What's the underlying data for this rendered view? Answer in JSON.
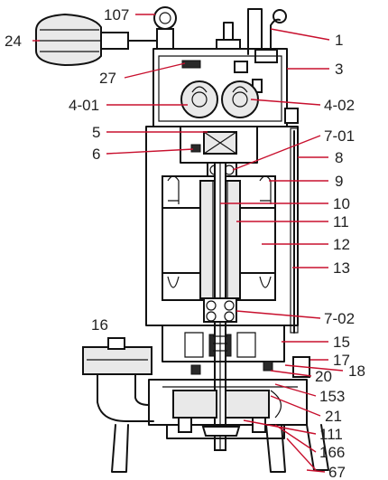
{
  "diagram": {
    "labels": [
      {
        "key": "lbl_107",
        "text": "107"
      },
      {
        "key": "lbl_1",
        "text": "1"
      },
      {
        "key": "lbl_24",
        "text": "24"
      },
      {
        "key": "lbl_27",
        "text": "27"
      },
      {
        "key": "lbl_3",
        "text": "3"
      },
      {
        "key": "lbl_4_01",
        "text": "4-01"
      },
      {
        "key": "lbl_4_02",
        "text": "4-02"
      },
      {
        "key": "lbl_5",
        "text": "5"
      },
      {
        "key": "lbl_6",
        "text": "6"
      },
      {
        "key": "lbl_7_01",
        "text": "7-01"
      },
      {
        "key": "lbl_8",
        "text": "8"
      },
      {
        "key": "lbl_9",
        "text": "9"
      },
      {
        "key": "lbl_10",
        "text": "10"
      },
      {
        "key": "lbl_11",
        "text": "11"
      },
      {
        "key": "lbl_12",
        "text": "12"
      },
      {
        "key": "lbl_13",
        "text": "13"
      },
      {
        "key": "lbl_7_02",
        "text": "7-02"
      },
      {
        "key": "lbl_16",
        "text": "16"
      },
      {
        "key": "lbl_15",
        "text": "15"
      },
      {
        "key": "lbl_17",
        "text": "17"
      },
      {
        "key": "lbl_18",
        "text": "18"
      },
      {
        "key": "lbl_20",
        "text": "20"
      },
      {
        "key": "lbl_153",
        "text": "153"
      },
      {
        "key": "lbl_21",
        "text": "21"
      },
      {
        "key": "lbl_111",
        "text": "111"
      },
      {
        "key": "lbl_166",
        "text": "166"
      },
      {
        "key": "lbl_67",
        "text": "67"
      }
    ],
    "colors": {
      "leader": "#c8102e",
      "outline": "#111111",
      "fill": "#e9e9e9"
    }
  }
}
